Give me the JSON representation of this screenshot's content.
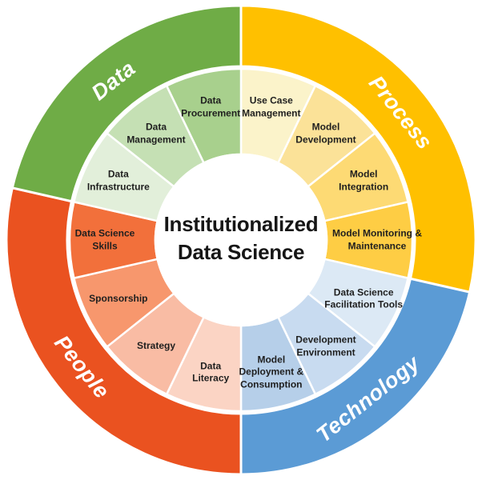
{
  "background": "#ffffff",
  "center": {
    "title_lines": [
      "Institutionalized",
      "Data Science"
    ],
    "text_color": "#161616",
    "circle_color": "#ffffff"
  },
  "wheel": {
    "label_text_color": "#FFFFFF",
    "segment_text_color": "#1F1F1F",
    "quadrants": [
      {
        "label": "Process",
        "color": "#FFC000",
        "segments": [
          {
            "name": "Use Case Management",
            "color": "#FBF3CA"
          },
          {
            "name": "Model Development",
            "color": "#FBE298"
          },
          {
            "name": "Model Integration",
            "color": "#FDDA74"
          },
          {
            "name": "Model Monitoring & Maintenance",
            "color": "#FECD44"
          }
        ]
      },
      {
        "label": "Technology",
        "color": "#5B9BD5",
        "segments": [
          {
            "name": "Data Science Facilitation Tools",
            "color": "#DCE9F5"
          },
          {
            "name": "Development Environment",
            "color": "#C8DBF0"
          },
          {
            "name": "Model Deployment & Consumption",
            "color": "#B6CFE9"
          }
        ]
      },
      {
        "label": "People",
        "color": "#EA5220",
        "segments": [
          {
            "name": "Data Literacy",
            "color": "#FBD4C4"
          },
          {
            "name": "Strategy",
            "color": "#F9BCA4"
          },
          {
            "name": "Sponsorship",
            "color": "#F7976D"
          },
          {
            "name": "Data Science Skills",
            "color": "#F2703B"
          }
        ]
      },
      {
        "label": "Data",
        "color": "#6FAC46",
        "segments": [
          {
            "name": "Data Infrastructure",
            "color": "#E2EFDA"
          },
          {
            "name": "Data Management",
            "color": "#C5E0B4"
          },
          {
            "name": "Data Procurement",
            "color": "#A8D08D"
          }
        ]
      }
    ]
  }
}
